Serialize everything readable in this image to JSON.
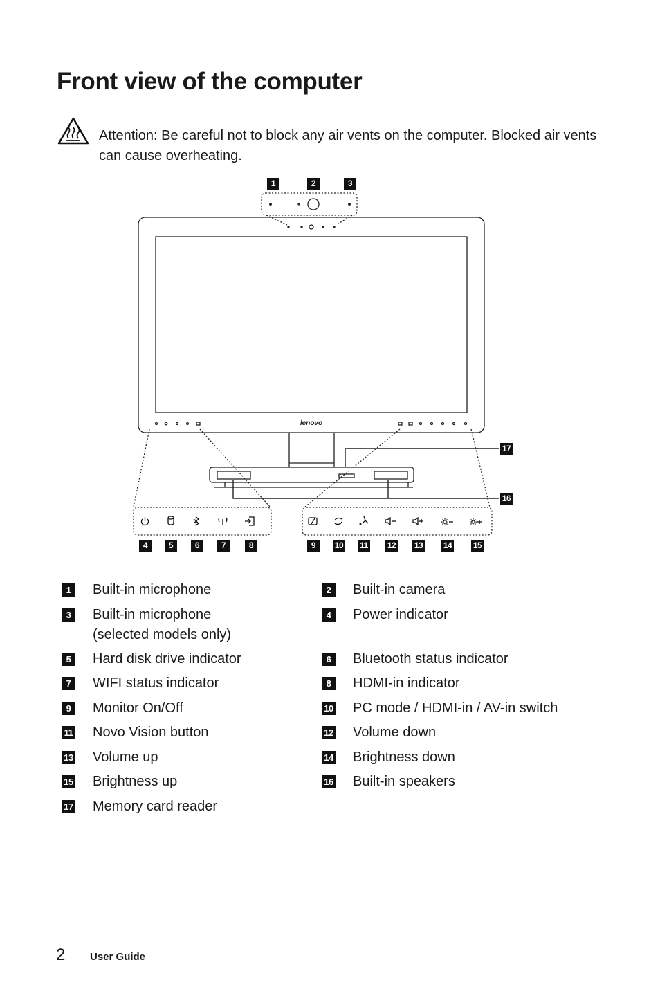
{
  "page": {
    "title": "Front view of the computer",
    "attention_label": "Attention:",
    "attention_text": " Be careful not to block any air vents on the computer. Blocked air vents can cause overheating."
  },
  "diagram": {
    "brand_text": "lenovo",
    "callouts": [
      "1",
      "2",
      "3",
      "4",
      "5",
      "6",
      "7",
      "8",
      "9",
      "10",
      "11",
      "12",
      "13",
      "14",
      "15",
      "16",
      "17"
    ]
  },
  "legend": [
    {
      "num": "1",
      "label": "Built-in microphone"
    },
    {
      "num": "2",
      "label": "Built-in camera"
    },
    {
      "num": "3",
      "label": "Built-in microphone (selected models only)"
    },
    {
      "num": "4",
      "label": "Power indicator"
    },
    {
      "num": "5",
      "label": "Hard disk drive indicator"
    },
    {
      "num": "6",
      "label": "Bluetooth status indicator"
    },
    {
      "num": "7",
      "label": "WIFI status indicator"
    },
    {
      "num": "8",
      "label": "HDMI-in indicator"
    },
    {
      "num": "9",
      "label": "Monitor On/Off"
    },
    {
      "num": "10",
      "label": "PC mode / HDMI-in / AV-in switch"
    },
    {
      "num": "11",
      "label": "Novo Vision button"
    },
    {
      "num": "12",
      "label": "Volume down"
    },
    {
      "num": "13",
      "label": "Volume up"
    },
    {
      "num": "14",
      "label": "Brightness down"
    },
    {
      "num": "15",
      "label": "Brightness up"
    },
    {
      "num": "16",
      "label": "Built-in speakers"
    },
    {
      "num": "17",
      "label": "Memory card reader"
    }
  ],
  "footer": {
    "page_number": "2",
    "doc_title": "User Guide"
  }
}
